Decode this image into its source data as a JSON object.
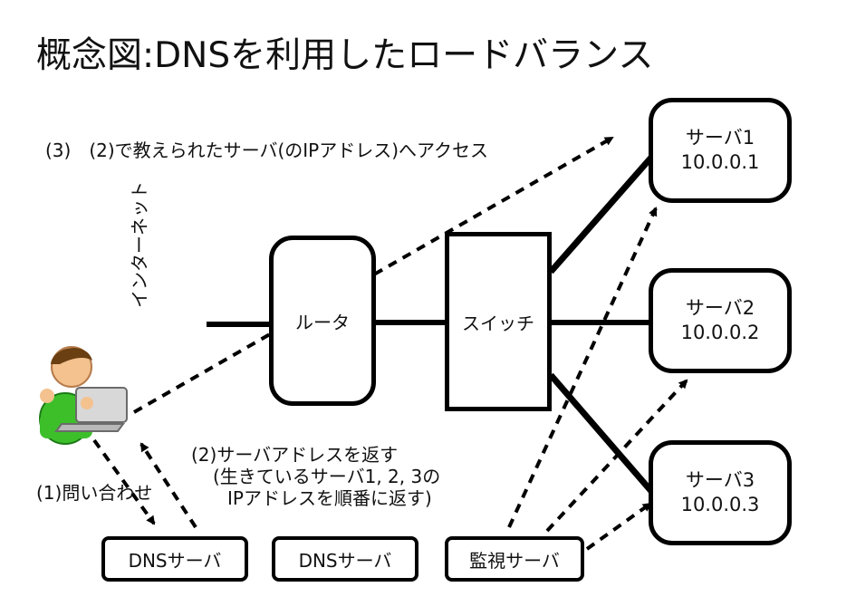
{
  "title": "概念図:DNSを利用したロードバランス",
  "nodes": {
    "router": "ルータ",
    "switch": "スイッチ",
    "internet": "インターネット"
  },
  "servers": [
    {
      "name": "サーバ1",
      "ip": "10.0.0.1"
    },
    {
      "name": "サーバ2",
      "ip": "10.0.0.2"
    },
    {
      "name": "サーバ3",
      "ip": "10.0.0.3"
    }
  ],
  "bottom_boxes": {
    "dns1": "DNSサーバ",
    "dns2": "DNSサーバ",
    "monitor": "監視サーバ"
  },
  "notes": {
    "step3": "(3)　(2)で教えられたサーバ(のIPアドレス)へアクセス",
    "step1": "(1)問い合わせ",
    "step2_line1": "(2)サーバアドレスを返す",
    "step2_line2": "(生きているサーバ1, 2, 3の",
    "step2_line3": "IPアドレスを順番に返す)"
  }
}
